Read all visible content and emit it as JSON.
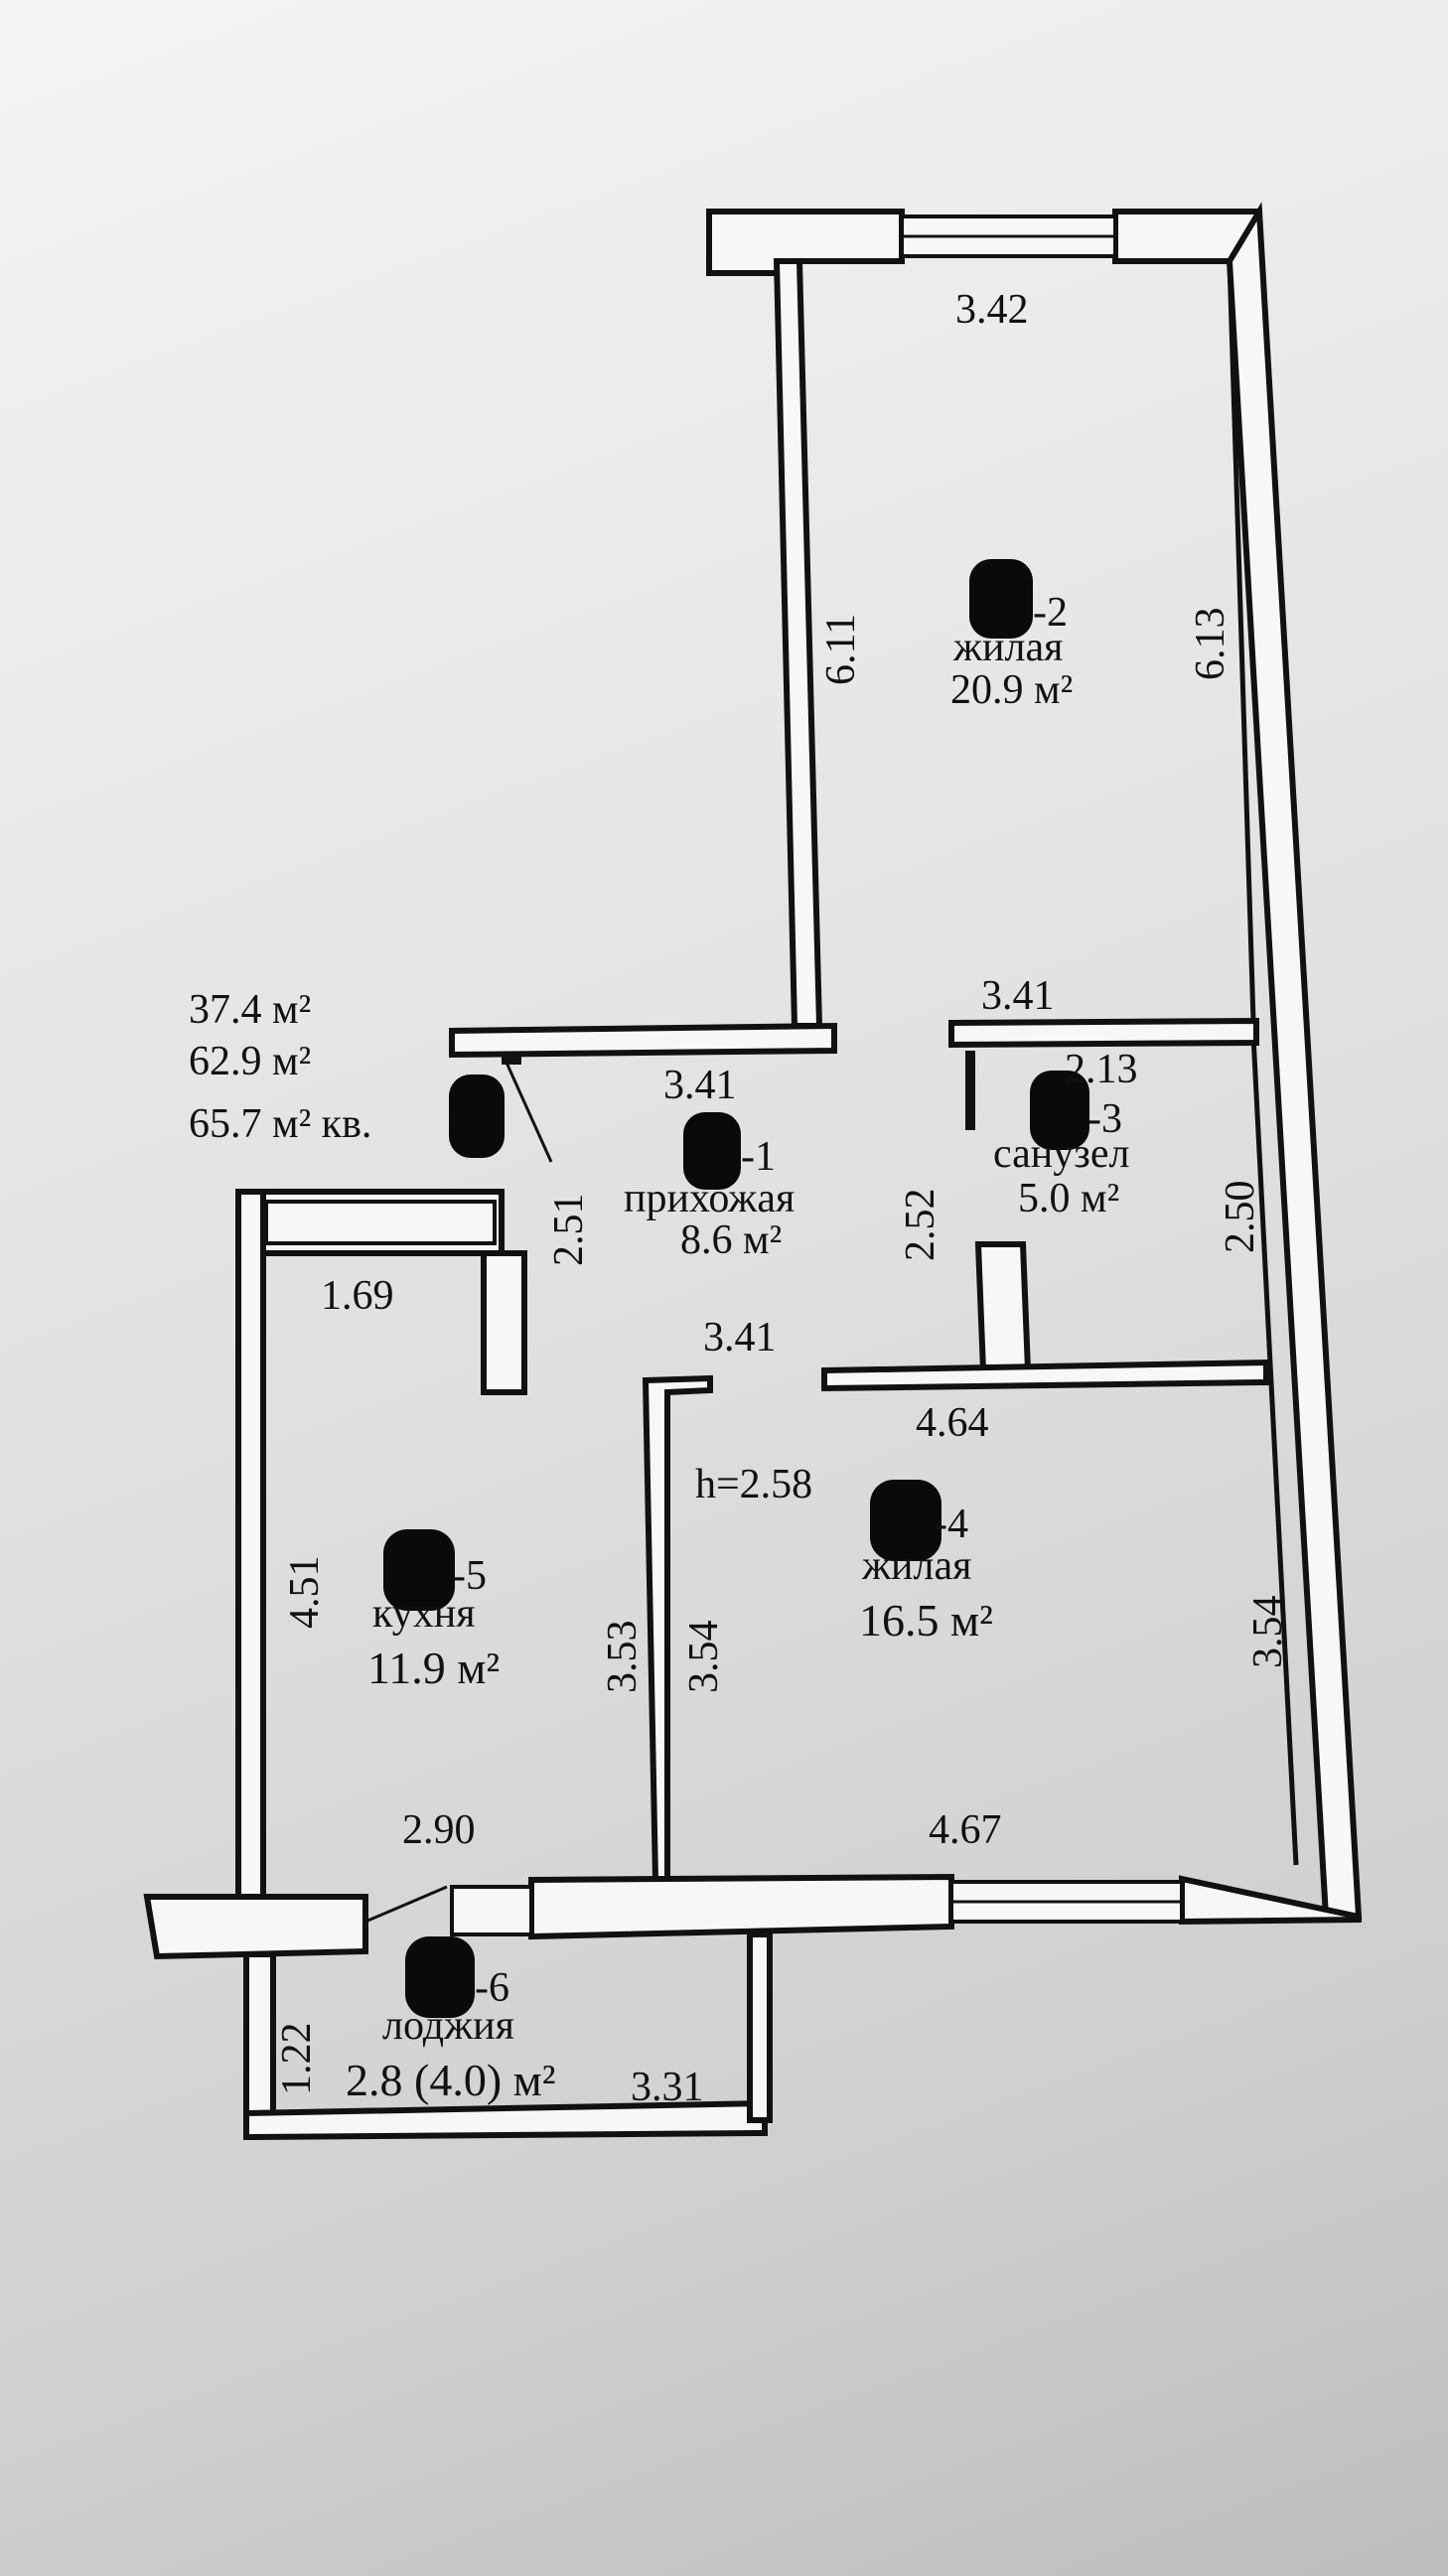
{
  "summary": {
    "line1": "37.4 м²",
    "line2": "62.9 м²",
    "line3": "65.7 м² кв."
  },
  "rooms": {
    "r2": {
      "num": "-2",
      "name": "жилая",
      "area": "20.9 м²"
    },
    "r1": {
      "num": "-1",
      "name": "прихожая",
      "area": "8.6 м²"
    },
    "r3": {
      "num": "-3",
      "name": "санузел",
      "area": "5.0 м²"
    },
    "r4": {
      "num": "-4",
      "name": "жилая",
      "area": "16.5 м²"
    },
    "r5": {
      "num": "-5",
      "name": "кухня",
      "area": "11.9 м²"
    },
    "r6": {
      "num": "-6",
      "name": "лоджия",
      "area": "2.8 (4.0) м²"
    }
  },
  "ceiling_height": "h=2.58",
  "dims": {
    "top_width": "3.42",
    "r2_left": "6.11",
    "r2_right": "6.13",
    "r2_bottom_left": "3.41",
    "r2_bottom_right": "3.41",
    "hall_left": "2.51",
    "hall_right": "2.52",
    "bath_width": "2.13",
    "bath_height": "2.50",
    "hall_bottom": "3.41",
    "kitchen_top": "1.69",
    "r4_top": "4.64",
    "kitchen_height": "4.51",
    "partition_left": "3.53",
    "partition_right": "3.54",
    "r4_right": "3.54",
    "kitchen_bottom": "2.90",
    "r4_bottom": "4.67",
    "loggia_height": "1.22",
    "loggia_width": "3.31"
  }
}
